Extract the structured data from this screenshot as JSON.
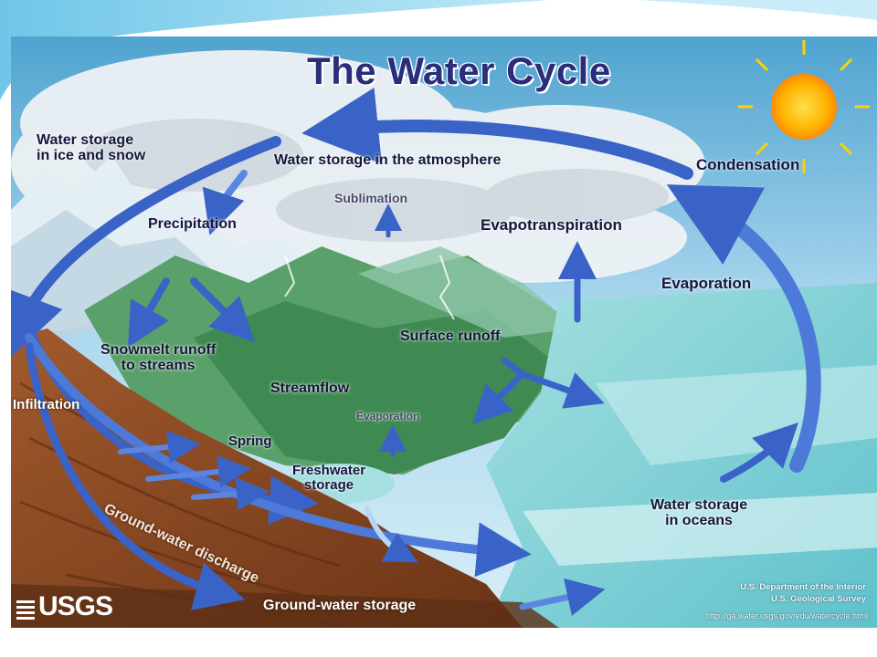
{
  "title": "The Water Cycle",
  "labels": {
    "ice_snow": "Water storage\nin ice and snow",
    "atmosphere": "Water storage in the atmosphere",
    "condensation": "Condensation",
    "sublimation": "Sublimation",
    "precipitation": "Precipitation",
    "evapotranspiration": "Evapotranspiration",
    "evaporation": "Evaporation",
    "surface_runoff": "Surface runoff",
    "snowmelt": "Snowmelt runoff\nto streams",
    "streamflow": "Streamflow",
    "evaporation_small": "Evaporation",
    "infiltration": "Infiltration",
    "spring": "Spring",
    "freshwater": "Freshwater\nstorage",
    "gw_discharge": "Ground-water discharge",
    "oceans": "Water storage\nin oceans",
    "gw_storage": "Ground-water storage"
  },
  "logo": "USGS",
  "credit": "U.S. Department of the Interior\nU.S. Geological Survey",
  "url": "http://ga.water.usgs.gov/edu/watercycle.html",
  "colors": {
    "arrow": "#3a63c8",
    "arrow_light": "#6f9cf0",
    "sun": "#ffb300",
    "sky": "#8fc4e6",
    "ocean": "#7fd0d6",
    "soil": "#8a4a25",
    "land": "#4f9e5a"
  }
}
